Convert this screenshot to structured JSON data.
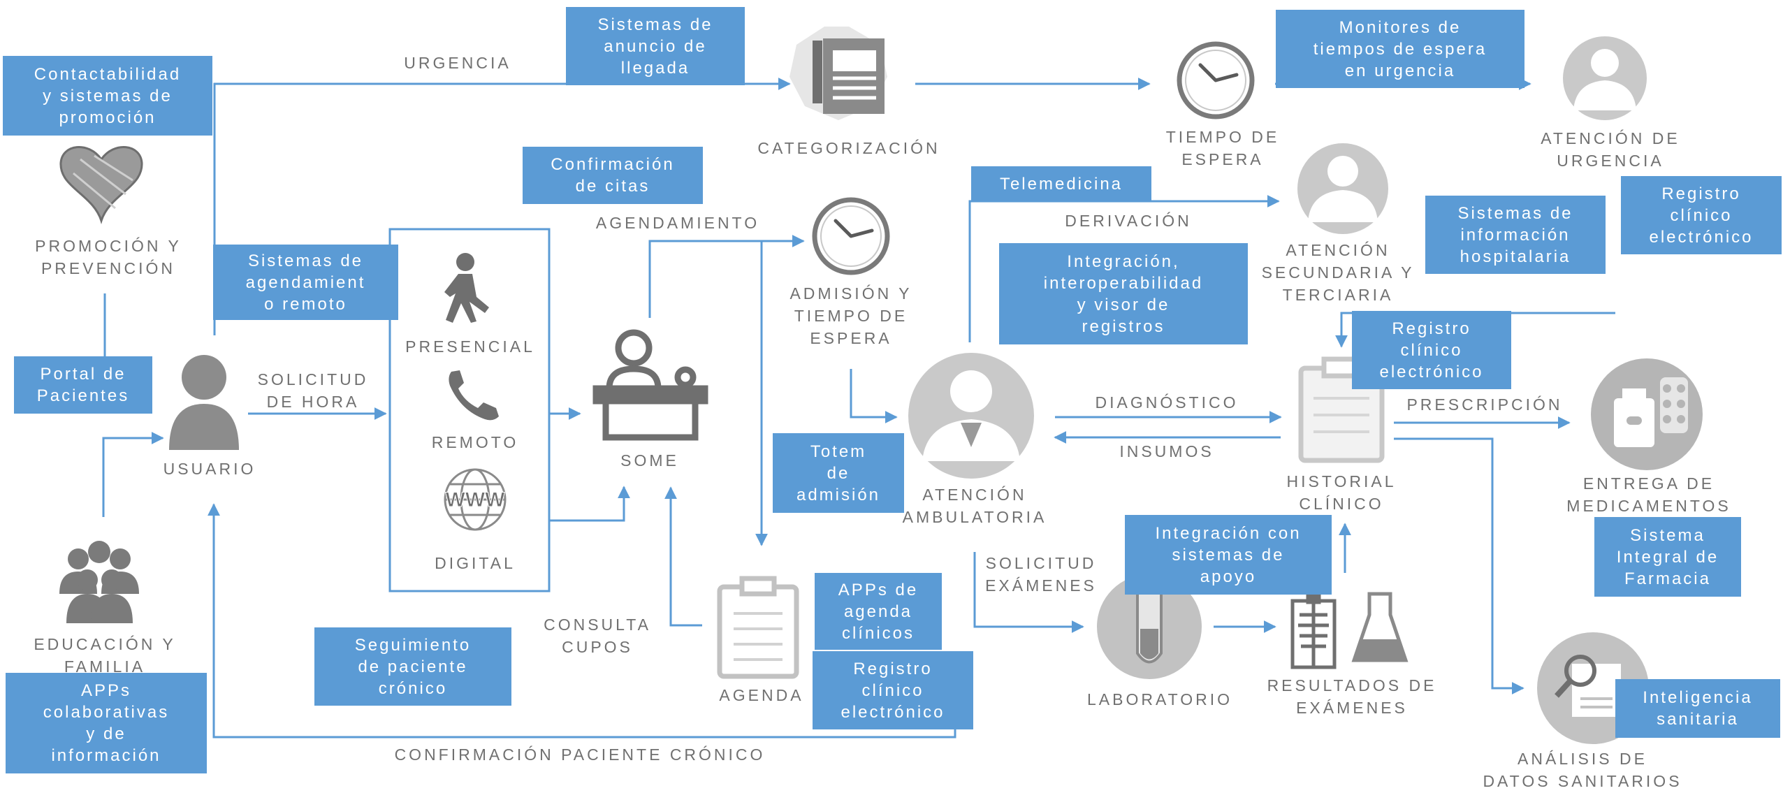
{
  "colors": {
    "accent": "#5b9bd5",
    "line": "#5b9bd5",
    "label_text": "#707070",
    "icon_gray": "#8c8c8c"
  },
  "nodes": {
    "promocion": "PROMOCIÓN Y\nPREVENCIÓN",
    "usuario": "USUARIO",
    "educacion": "EDUCACIÓN Y\nFAMILIA",
    "presencial": "PRESENCIAL",
    "remoto": "REMOTO",
    "digital": "DIGITAL",
    "some": "SOME",
    "categorizacion": "CATEGORIZACIÓN",
    "admision": "ADMISIÓN Y\nTIEMPO DE\nESPERA",
    "agenda": "AGENDA",
    "tiempo_espera": "TIEMPO DE\nESPERA",
    "atencion_urgencia": "ATENCIÓN DE\nURGENCIA",
    "atencion_secundaria": "ATENCIÓN\nSECUNDARIA Y\nTERCIARIA",
    "atencion_ambulatoria": "ATENCIÓN\nAMBULATORIA",
    "historial": "HISTORIAL\nCLÍNICO",
    "laboratorio": "LABORATORIO",
    "resultados": "RESULTADOS DE\nEXÁMENES",
    "entrega": "ENTREGA DE\nMEDICAMENTOS",
    "analisis": "ANÁLISIS DE\nDATOS SANITARIOS"
  },
  "edges": {
    "urgencia": "URGENCIA",
    "solicitud_hora": "SOLICITUD\nDE HORA",
    "agendamiento": "AGENDAMIENTO",
    "derivacion": "DERIVACIÓN",
    "diagnostico": "DIAGNÓSTICO",
    "insumos": "INSUMOS",
    "prescripcion": "PRESCRIPCIÓN",
    "solicitud_examenes": "SOLICITUD\nEXÁMENES",
    "consulta_cupos": "CONSULTA\nCUPOS",
    "confirmacion_cronico": "CONFIRMACIÓN PACIENTE CRÓNICO"
  },
  "systems": {
    "contactabilidad": "Contactabilidad\ny sistemas de\npromoción",
    "anuncio_llegada": "Sistemas de\nanuncio de\nllegada",
    "monitores": "Monitores de\ntiempos de espera\nen urgencia",
    "confirmacion_citas": "Confirmación\nde citas",
    "agendamiento_remoto": "Sistemas de\nagendamient\no remoto",
    "portal": "Portal de\nPacientes",
    "telemedicina": "Telemedicina",
    "integracion": "Integración,\ninteroperabilidad\ny visor de\nregistros",
    "sist_hospitalaria": "Sistemas de\ninformación\nhospitalaria",
    "registro_urgencia": "Registro\nclínico\nelectrónico",
    "registro_historial": "Registro\nclínico\nelectrónico",
    "totem": "Totem\nde\nadmisión",
    "integracion_apoyo": "Integración con\nsistemas de\napoyo",
    "sist_farmacia": "Sistema\nIntegral de\nFarmacia",
    "apps_agenda": "APPs de\nagenda\nclínicos",
    "registro_agenda": "Registro\nclínico\nelectrónico",
    "seguimiento": "Seguimiento\nde paciente\ncrónico",
    "apps_colaborativas": "APPs\ncolaborativas\ny de\ninformación",
    "inteligencia": "Inteligencia\nsanitaria"
  },
  "icons": [
    "heart-icon",
    "person-icon",
    "family-group-icon",
    "walking-person-icon",
    "phone-icon",
    "globe-www-icon",
    "reception-desk-icon",
    "document-icon",
    "clock-icon",
    "clipboard-icon",
    "doctor-icon",
    "test-tube-icon",
    "xray-icon",
    "flask-icon",
    "medicine-icon",
    "magnifier-report-icon"
  ]
}
